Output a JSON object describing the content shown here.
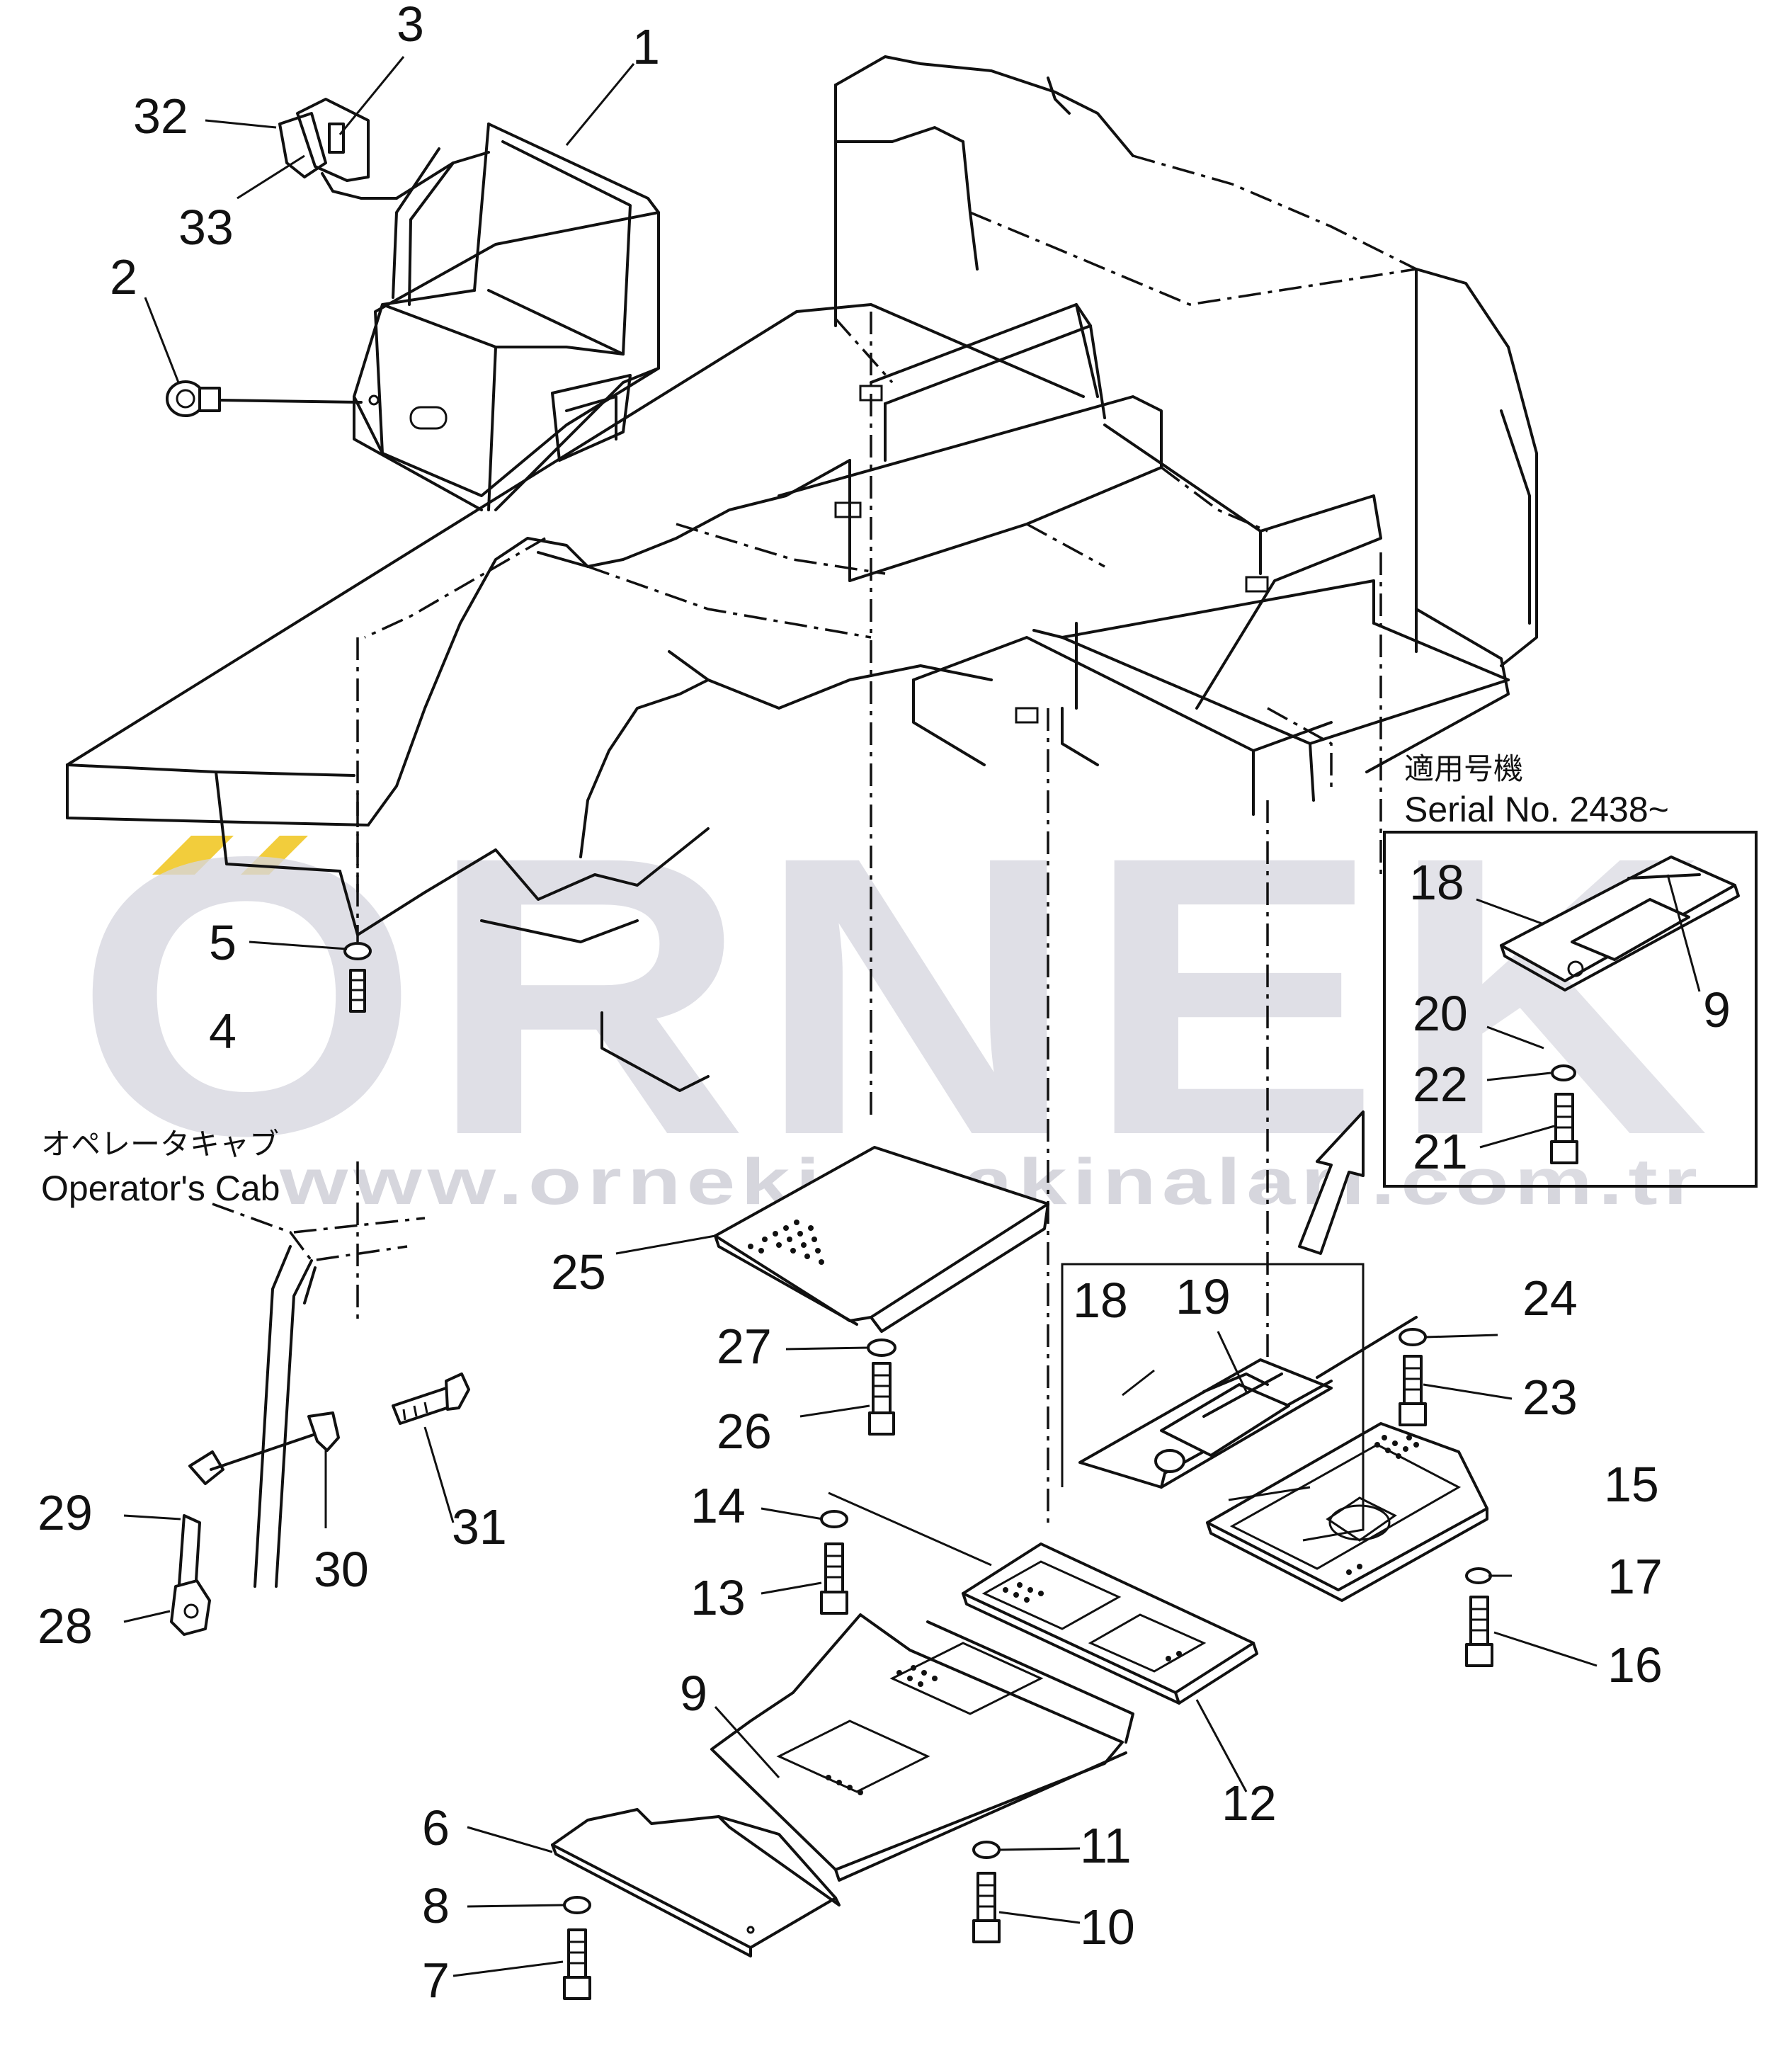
{
  "watermark": {
    "brand": "ORNEK",
    "url": "www.ornekismakinalari.com.tr",
    "accent": "#f2cd3c"
  },
  "inset": {
    "title_jp": "適用号機",
    "title_en": "Serial No. 2438~"
  },
  "cab_note": {
    "title_jp": "オペレータキャブ",
    "title_en": "Operator's Cab"
  },
  "callouts": {
    "p1": "1",
    "p2": "2",
    "p3": "3",
    "p32": "32",
    "p33": "33",
    "p4": "4",
    "p5": "5",
    "p6": "6",
    "p7": "7",
    "p8": "8",
    "p9": "9",
    "p10": "10",
    "p11": "11",
    "p12": "12",
    "p13": "13",
    "p14": "14",
    "p15": "15",
    "p16": "16",
    "p17": "17",
    "p18": "18",
    "p19": "19",
    "p23": "23",
    "p24": "24",
    "p25": "25",
    "p26": "26",
    "p27": "27",
    "p28": "28",
    "p29": "29",
    "p30": "30",
    "p31": "31",
    "i18": "18",
    "i9": "9",
    "i20": "20",
    "i22": "22",
    "i21": "21"
  }
}
